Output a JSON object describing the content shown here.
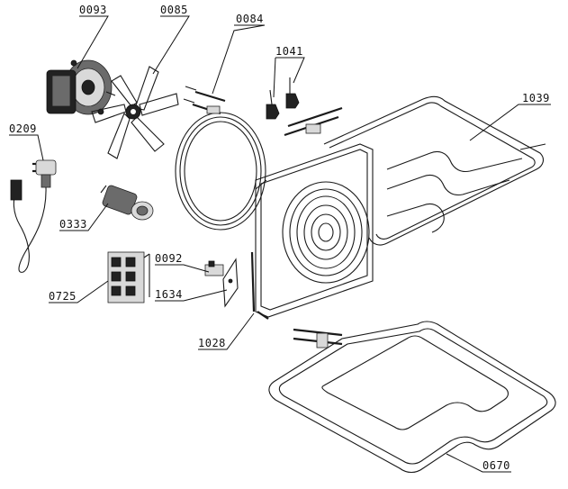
{
  "parts": [
    {
      "id": "p0093",
      "ref": "0093"
    },
    {
      "id": "p0085",
      "ref": "0085"
    },
    {
      "id": "p0084",
      "ref": "0084"
    },
    {
      "id": "p1041",
      "ref": "1041"
    },
    {
      "id": "p1039",
      "ref": "1039"
    },
    {
      "id": "p0209",
      "ref": "0209"
    },
    {
      "id": "p0333",
      "ref": "0333"
    },
    {
      "id": "p0092",
      "ref": "0092"
    },
    {
      "id": "p1634",
      "ref": "1634"
    },
    {
      "id": "p0725",
      "ref": "0725"
    },
    {
      "id": "p1028",
      "ref": "1028"
    },
    {
      "id": "p0670",
      "ref": "0670"
    }
  ]
}
